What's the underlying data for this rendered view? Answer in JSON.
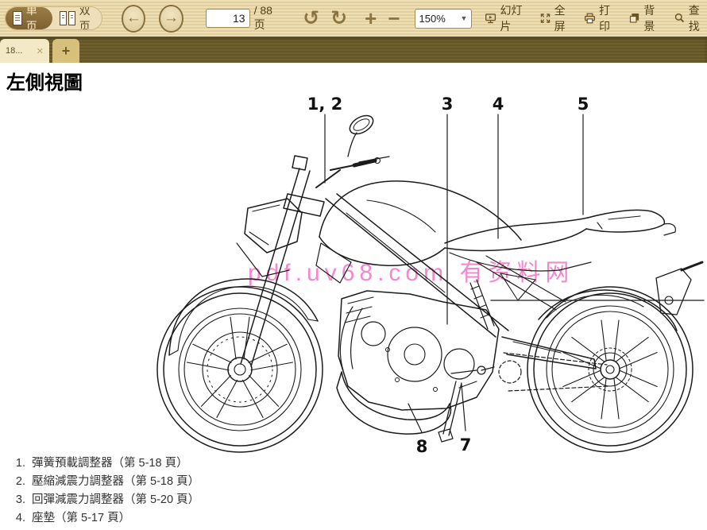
{
  "toolbar": {
    "single_page_label": "单页",
    "double_page_label": "双页",
    "page_input": "13",
    "page_total": "/ 88页",
    "zoom_value": "150%",
    "slideshow_label": "幻灯片",
    "fullscreen_label": "全屏",
    "print_label": "打印",
    "background_label": "背景",
    "find_label": "查找"
  },
  "icons": {
    "back": "←",
    "forward": "→",
    "rotate_ccw": "↺",
    "rotate_cw": "↻",
    "zoom_in": "+",
    "zoom_out": "−",
    "dropdown": "▼",
    "close": "✕",
    "new_tab": "+"
  },
  "tabs": {
    "active_label": "18..."
  },
  "document": {
    "title": "左側視圖",
    "watermark": "pdf.uv68.com 有资料网",
    "callouts": {
      "c12": "1, 2",
      "c3": "3",
      "c4": "4",
      "c5": "5",
      "c7": "7",
      "c8": "8"
    },
    "parts_list": [
      {
        "num": "1.",
        "text": "彈簧預載調整器（第 5-18 頁）"
      },
      {
        "num": "2.",
        "text": "壓縮減震力調整器（第 5-18 頁）"
      },
      {
        "num": "3.",
        "text": "回彈減震力調整器（第 5-20 頁）"
      },
      {
        "num": "4.",
        "text": "座墊（第 5-17 頁）"
      }
    ]
  },
  "colors": {
    "toolbar_accent": "#8a6c39",
    "tabbar_bg": "#6a5a2c",
    "watermark_pink": "#f26bc1",
    "line_color": "#1c1c1c"
  }
}
